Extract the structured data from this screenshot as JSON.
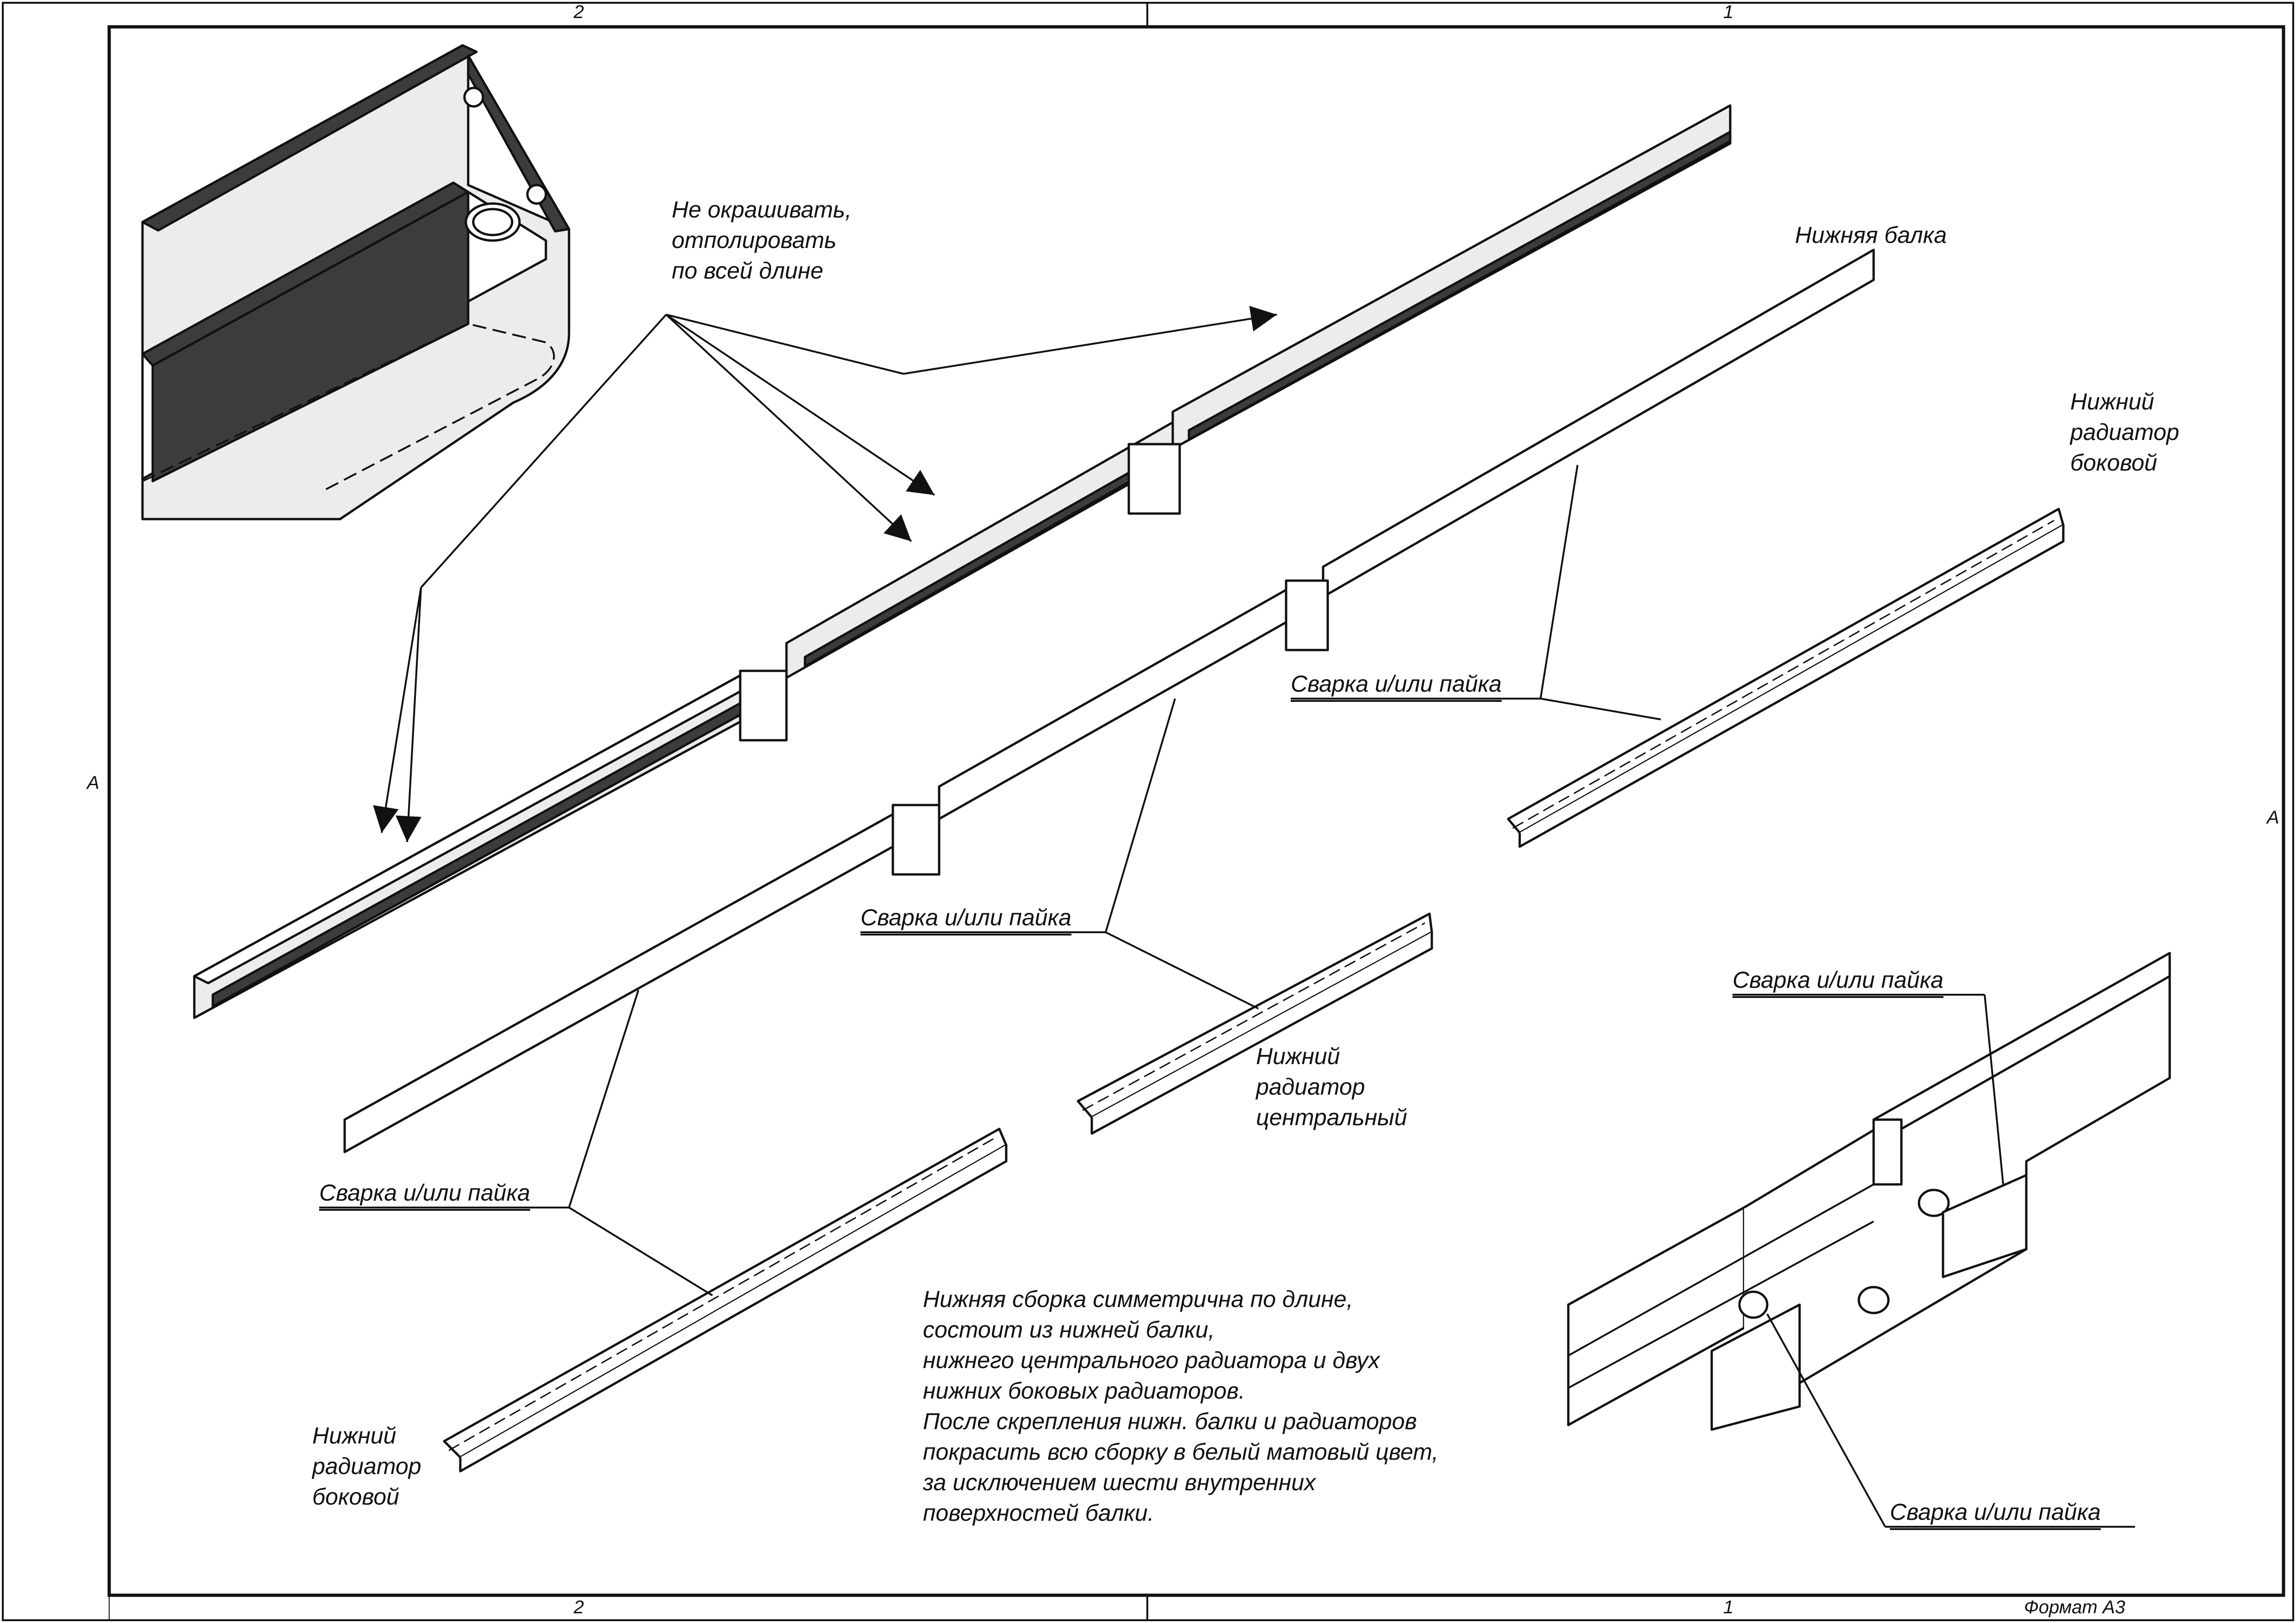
{
  "frame": {
    "zones_top": [
      "2",
      "1"
    ],
    "zones_bottom": [
      "2",
      "1"
    ],
    "zone_left": "А",
    "zone_right": "А",
    "format": "Формат А3"
  },
  "labels": {
    "no_paint": [
      "Не окрашивать,",
      "отполировать",
      "по всей длине"
    ],
    "lower_beam": "Нижняя балка",
    "side_radiator_top": [
      "Нижний",
      "радиатор",
      "боковой"
    ],
    "weld_1": "Сварка и/или пайка",
    "weld_2": "Сварка и/или пайка",
    "weld_3": "Сварка и/или пайка",
    "weld_detail_top": "Сварка и/или пайка",
    "weld_detail_bottom": "Сварка и/или пайка",
    "central_radiator": [
      "Нижний",
      "радиатор",
      "центральный"
    ],
    "side_radiator_bottom": [
      "Нижний",
      "радиатор",
      "боковой"
    ]
  },
  "notes": [
    "Нижняя сборка симметрична по длине,",
    "состоит из нижней балки,",
    "нижнего центрального радиатора и двух",
    "нижних боковых радиаторов.",
    "После скрепления нижн. балки и радиаторов",
    "покрасить всю сборку в белый матовый цвет,",
    "за исключением шести внутренних",
    "поверхностей балки."
  ],
  "colors": {
    "line": "#111111",
    "dark_face": "#3c3c3c",
    "light_face": "#ececec"
  }
}
